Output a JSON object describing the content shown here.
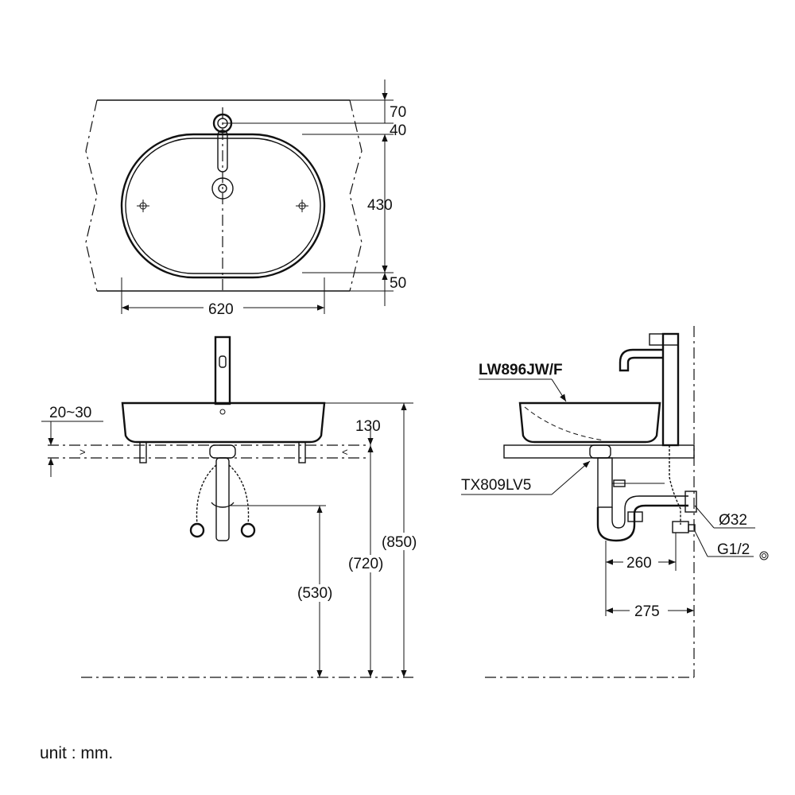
{
  "dimensions": {
    "top_70": "70",
    "top_40": "40",
    "height_430": "430",
    "bottom_50": "50",
    "width_620": "620",
    "counter_thickness": "20~30",
    "basin_height": "130",
    "bracket_height": "(530)",
    "counter_height": "(720)",
    "rim_height": "(850)",
    "trap_260": "260",
    "trap_275": "275",
    "pipe_diameter": "Ø32",
    "supply_thread": "G1/2"
  },
  "labels": {
    "basin_model": "LW896JW/F",
    "drain_model": "TX809LV5"
  },
  "footer": {
    "unit_note": "unit : mm."
  }
}
